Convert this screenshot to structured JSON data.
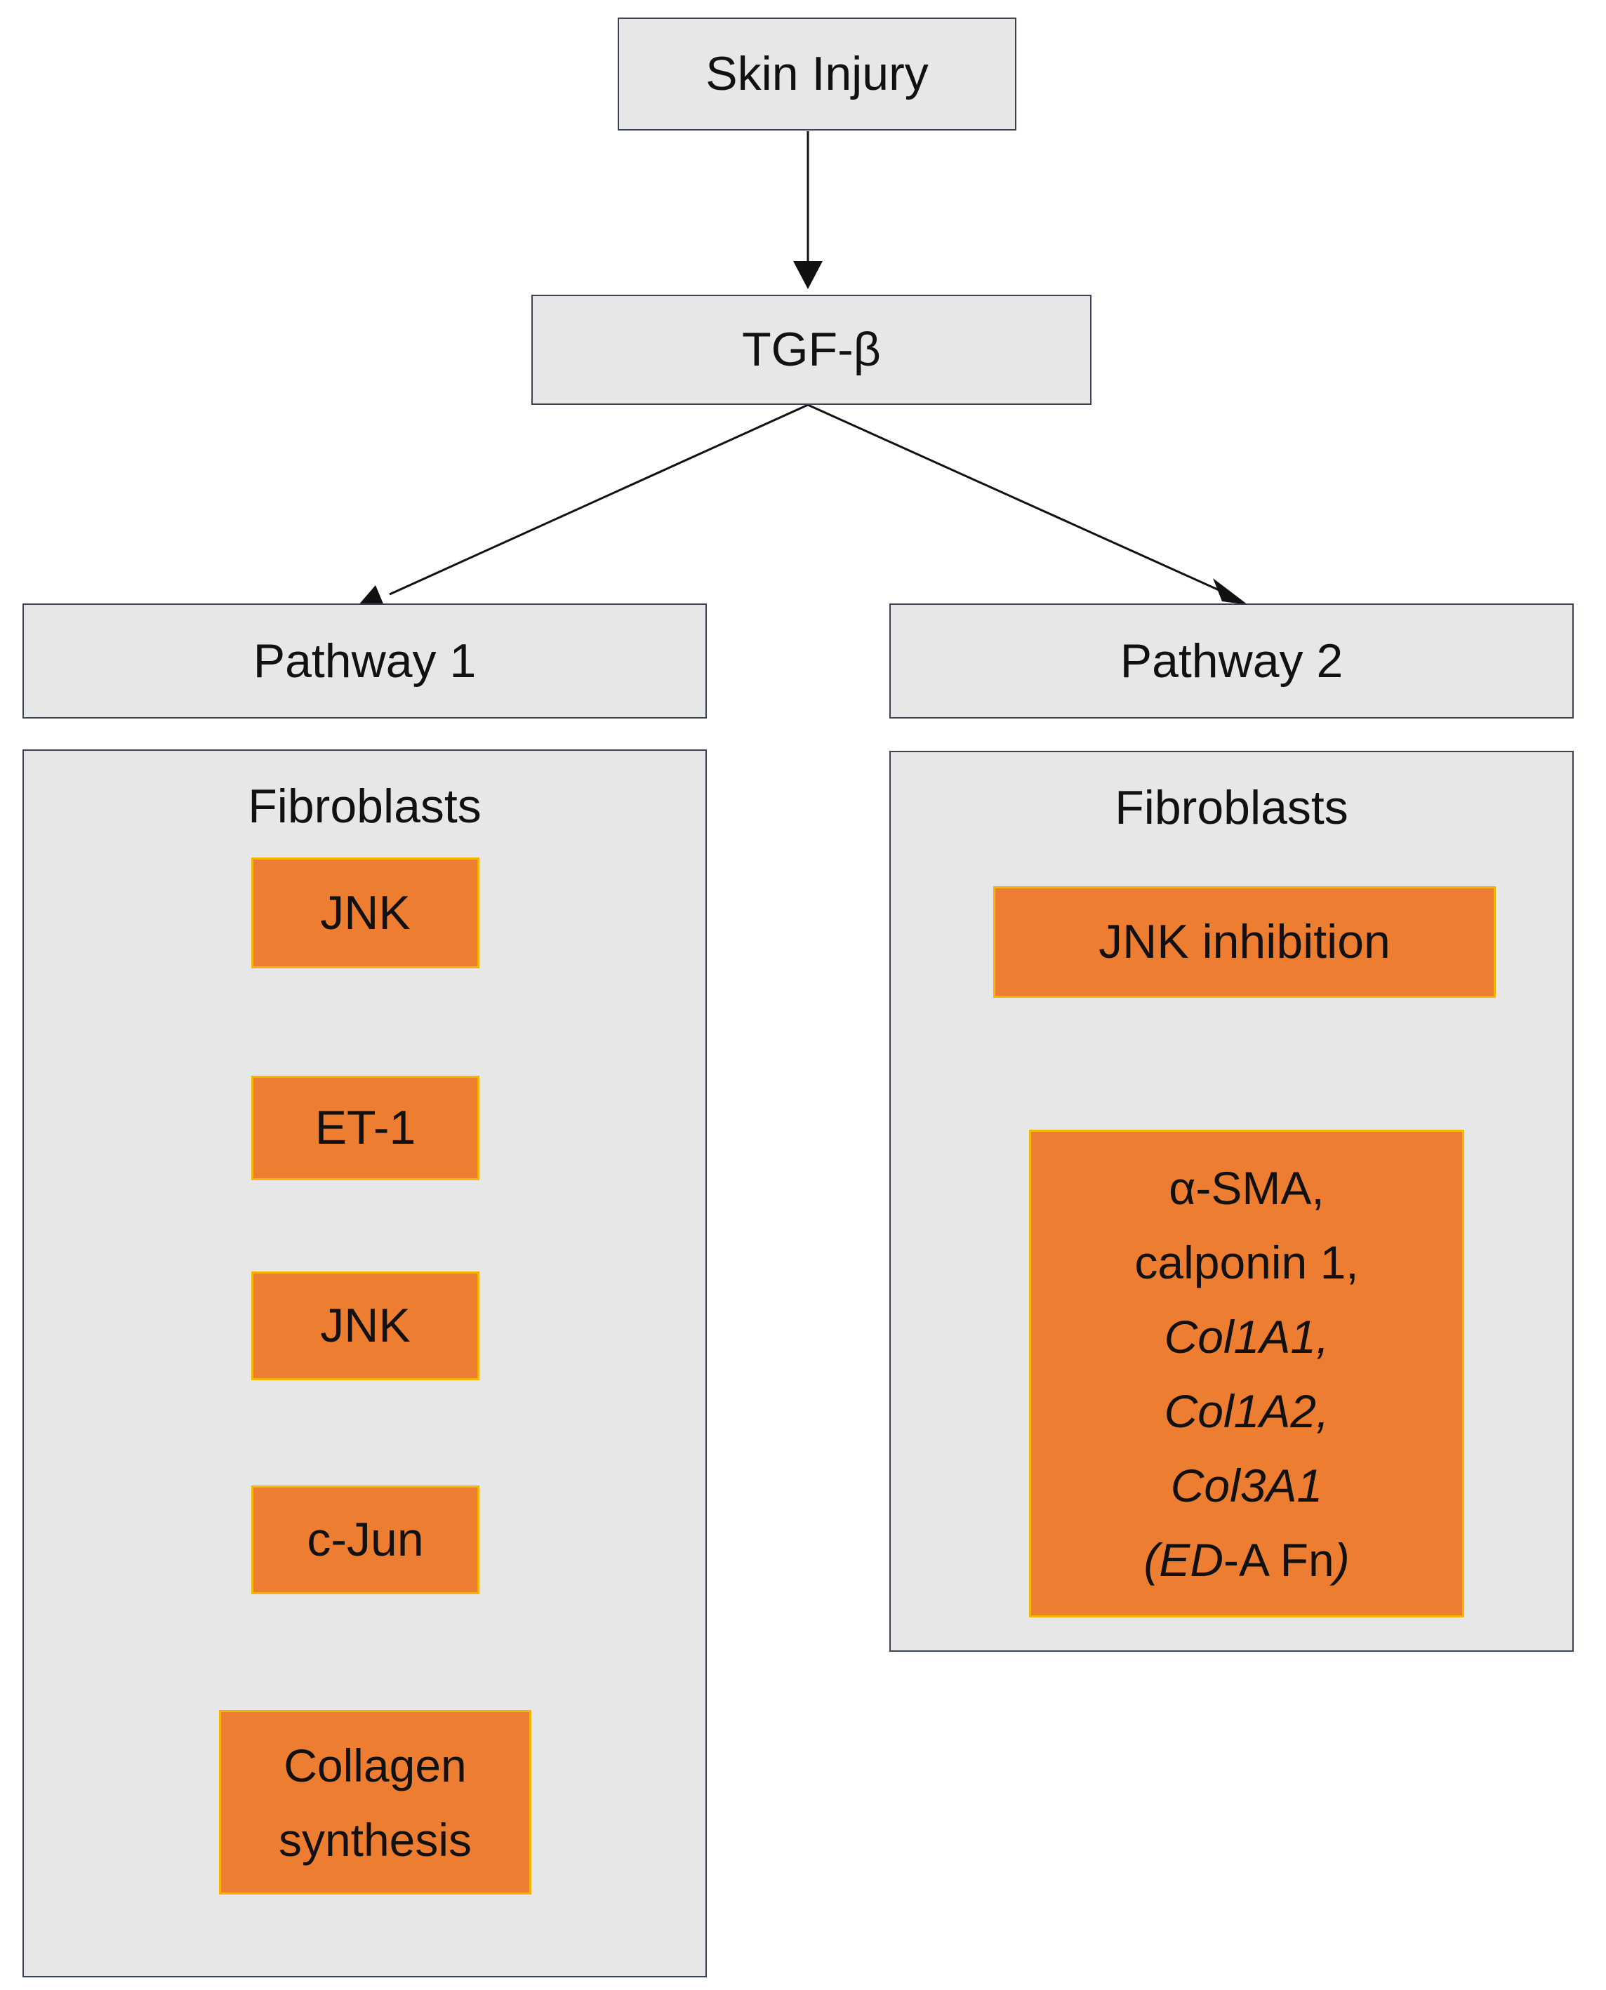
{
  "nodes": {
    "skin_injury": "Skin Injury",
    "tgf_beta": "TGF-β",
    "pathway1": "Pathway 1",
    "pathway2": "Pathway 2"
  },
  "panel1": {
    "title": "Fibroblasts",
    "steps": [
      "JNK",
      "ET-1",
      "JNK",
      "c-Jun"
    ],
    "final_line1": "Collagen",
    "final_line2": "synthesis"
  },
  "panel2": {
    "title": "Fibroblasts",
    "inhibition": "JNK inhibition",
    "markers": {
      "alpha_sma": "α-SMA,",
      "calponin": "calponin 1,",
      "col1a1": "Col1A1,",
      "col1a2": "Col1A2,",
      "col3a1": "Col3A1",
      "edafn_open": "(",
      "edafn_ed": "ED",
      "edafn_rest": "-A Fn",
      "edafn_close": ")"
    }
  },
  "colors": {
    "grey_fill": "#e7e7e7",
    "orange_fill": "#ed7d31",
    "orange_border": "#f5b400",
    "outline": "#3b4350"
  }
}
